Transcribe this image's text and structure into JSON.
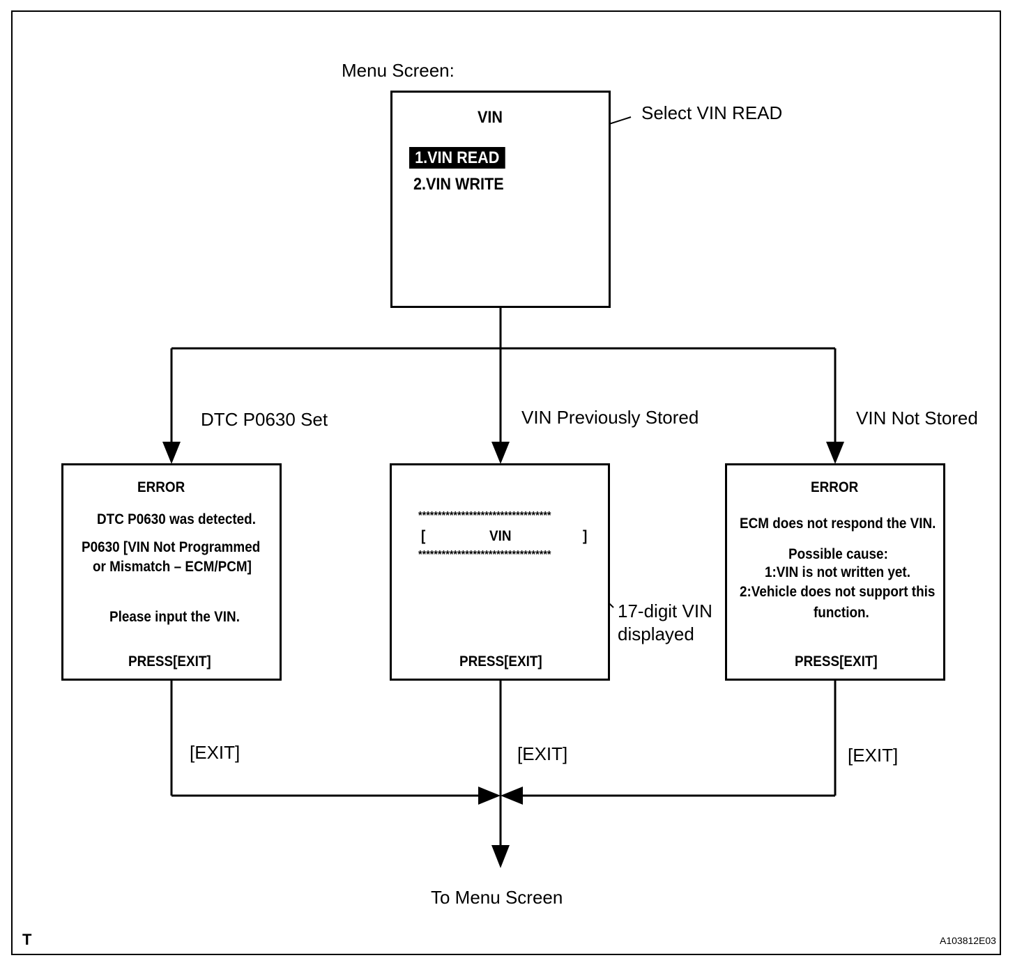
{
  "diagram": {
    "menu_caption": "Menu Screen:",
    "menu_screen": {
      "title": "VIN",
      "item_1": "1.VIN READ",
      "item_2": "2.VIN WRITE"
    },
    "select_note": "Select VIN READ",
    "branches": {
      "left": "DTC P0630 Set",
      "middle": "VIN Previously Stored",
      "right": "VIN Not Stored"
    },
    "left_screen": {
      "title": "ERROR",
      "line_1": "DTC P0630 was detected.",
      "line_2": "P0630  [VIN Not Programmed",
      "line_3": "or Mismatch – ECM/PCM]",
      "line_4": "Please input the VIN.",
      "press": "PRESS[EXIT]"
    },
    "middle_screen": {
      "stars_top": "**********************************",
      "bracket_left": "[",
      "vin": "VIN",
      "bracket_right": "]",
      "stars_bottom": "**********************************",
      "press": "PRESS[EXIT]"
    },
    "vin_note_line_1": "17-digit VIN",
    "vin_note_line_2": "displayed",
    "right_screen": {
      "title": "ERROR",
      "line_1": "ECM does not respond the VIN.",
      "line_2": "Possible cause:",
      "line_3": "1:VIN is not written yet.",
      "line_4": "2:Vehicle does not support this",
      "line_5": "function.",
      "press": "PRESS[EXIT]"
    },
    "exit_labels": [
      "[EXIT]",
      "[EXIT]",
      "[EXIT]"
    ],
    "return_label": "To Menu Screen",
    "corner_mark": "T",
    "figure_id": "A103812E03"
  }
}
